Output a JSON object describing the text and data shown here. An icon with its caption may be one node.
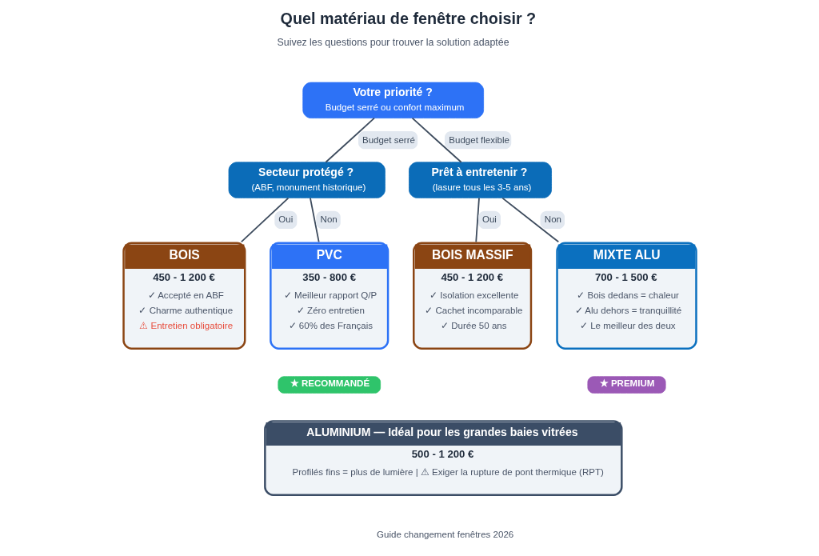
{
  "diagram": {
    "title": "Quel matériau de fenêtre choisir ?",
    "caption": "Guide changement fenêtres 2026",
    "nodes": [
      {
        "text": [
          "Votre priorité ?",
          "Budget serré ou confort maximum"
        ]
      },
      {
        "text": [
          "Secteur protégé ?",
          "(ABF, monument historique)"
        ]
      },
      {
        "text": [
          "Prêt à entretenir ?",
          "(lasure tous les 3-5 ans)"
        ]
      },
      {
        "text": [
          "BOIS",
          "450 - 1 200 €",
          "✓ Accepté en ABF",
          "✓ Charme authentique",
          "⚠ Entretien obligatoire"
        ]
      },
      {
        "text": [
          "PVC",
          "350 - 800 €",
          "✓ Meilleur rapport Q/P",
          "✓ Zéro entretien",
          "✓ 60% des Français"
        ]
      },
      {
        "text": [
          "BOIS MASSIF",
          "450 - 1 200 €",
          "✓ Isolation excellente",
          "✓ Cachet incomparable",
          "✓ Durée 50 ans"
        ]
      },
      {
        "text": [
          "MIXTE ALU",
          "700 - 1 500 €",
          "✓ Bois dedans = chaleur",
          "✓ Alu dehors = tranquillité",
          "✓ Le meilleur des deux"
        ]
      },
      {
        "text": [
          "★ RECOMMANDÉ"
        ]
      },
      {
        "text": [
          "★ PREMIUM"
        ]
      },
      {
        "text": [
          "ALUMINIUM — Idéal pour les grandes baies vitrées",
          "500 - 1 200 €",
          "Profilés fins = plus de lumière | ⚠ Exiger la rupture de pont thermique (RPT)"
        ]
      }
    ],
    "edges": [
      {
        "from": 0,
        "to": 1,
        "arrow": "none",
        "label": "Budget serré"
      },
      {
        "from": 0,
        "to": 2,
        "arrow": "none",
        "label": "Budget flexible"
      },
      {
        "from": 1,
        "to": 3,
        "arrow": "none",
        "label": "Oui"
      },
      {
        "from": 1,
        "to": 4,
        "arrow": "none",
        "label": "Non"
      },
      {
        "from": 2,
        "to": 5,
        "arrow": "none",
        "label": "Oui"
      },
      {
        "from": 2,
        "to": 6,
        "arrow": "none",
        "label": "Non"
      }
    ],
    "labels": [
      "Suivez les questions pour trouver la solution adaptée"
    ]
  }
}
